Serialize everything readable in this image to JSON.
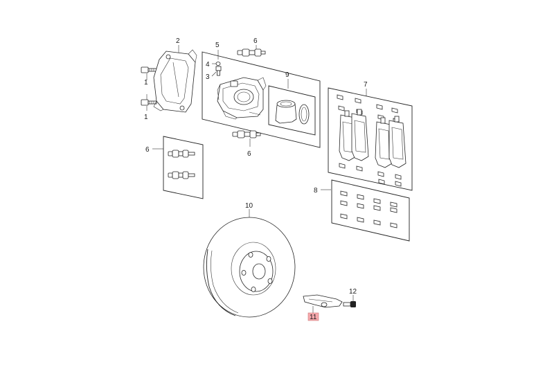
{
  "diagram": {
    "callouts": {
      "c1a": "1",
      "c1b": "1",
      "c2": "2",
      "c3": "3",
      "c4": "4",
      "c5": "5",
      "c6a": "6",
      "c6b": "6",
      "c6c": "6",
      "c7": "7",
      "c8": "8",
      "c9": "9",
      "c10": "10",
      "c11": "11",
      "c12": "12"
    },
    "highlight_color": "#f6a9ad"
  }
}
